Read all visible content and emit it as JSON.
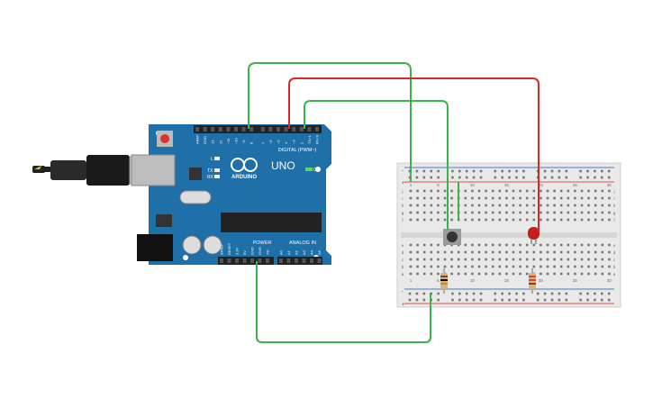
{
  "arduino": {
    "brand": "ARDUINO",
    "model": "UNO",
    "digital_label": "DIGITAL (PWM~)",
    "power_label": "POWER",
    "analog_label": "ANALOG IN",
    "on_label": "ON",
    "l_label": "L",
    "tx_label": "TX",
    "rx_label": "RX",
    "digital_pins": [
      "AREF",
      "GND",
      "13",
      "12",
      "~11",
      "~10",
      "~9",
      "8",
      "7",
      "~6",
      "~5",
      "4",
      "~3",
      "2",
      "TX>1",
      "RX<0"
    ],
    "power_pins": [
      "IOREF",
      "RESET",
      "3.3V",
      "5V",
      "GND",
      "GND",
      "Vin"
    ],
    "analog_pins": [
      "A0",
      "A1",
      "A2",
      "A3",
      "A4",
      "A5"
    ]
  },
  "breadboard": {
    "columns": [
      "1",
      "",
      "",
      "",
      "5",
      "",
      "",
      "",
      "",
      "10",
      "",
      "",
      "",
      "",
      "15",
      "",
      "",
      "",
      "",
      "20",
      "",
      "",
      "",
      "",
      "25",
      "",
      "",
      "",
      "",
      "30"
    ],
    "rows_top": [
      "j",
      "i",
      "h",
      "g",
      "f"
    ],
    "rows_bottom": [
      "e",
      "d",
      "c",
      "b",
      "a"
    ],
    "rail_plus": "+",
    "rail_minus": "-"
  },
  "colors": {
    "board": "#1f6fa8",
    "board_dark": "#17598a",
    "header": "#222222",
    "wire_green": "#3cb34a",
    "wire_red": "#d62a2a",
    "breadboard": "#e9e9e9",
    "rail_red": "#e05050",
    "rail_blue": "#4a7ac0",
    "led": "#c0201e",
    "button": "#333333",
    "reset": "#d9332b"
  }
}
